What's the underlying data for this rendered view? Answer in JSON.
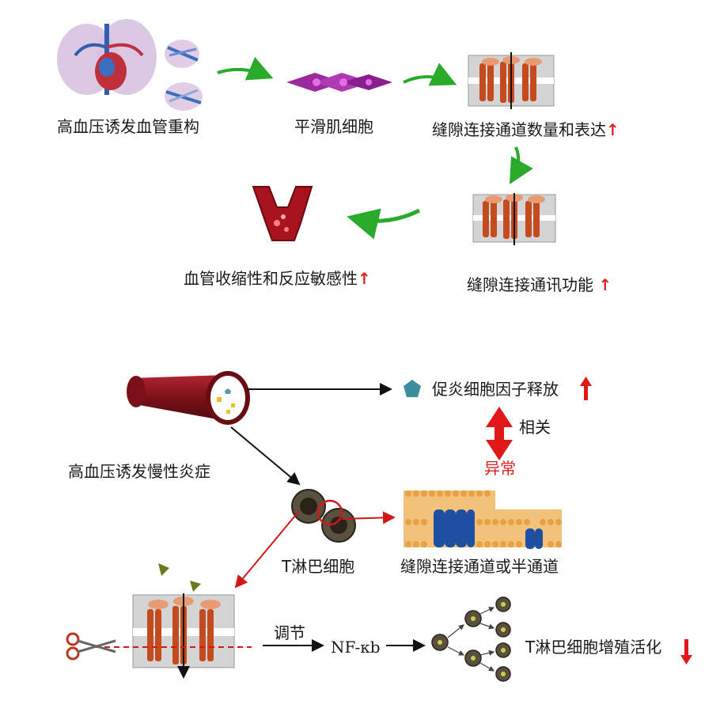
{
  "colors": {
    "green_arrow": "#2aaa2a",
    "red": "#e02020",
    "vessel": "#8a1620",
    "membrane": "#f3c27a",
    "channel": "#1f4fa0",
    "cell": "#5a5040"
  },
  "icons": {
    "increase": "↑",
    "decrease": "↓"
  },
  "top": {
    "label_remodeling": "高血压诱发血管重构",
    "label_smooth_muscle": "平滑肌细胞",
    "label_gap_junction_count": "缝隙连接通道数量和表达",
    "label_gap_junction_function": "缝隙连接通讯功能",
    "label_vessel_response": "血管收缩性和反应敏感性"
  },
  "bottom": {
    "label_inflammation": "高血压诱发慢性炎症",
    "label_cytokines": "促炎细胞因子释放",
    "label_correlated": "相关",
    "label_abnormal": "异常",
    "label_t_cells": "T淋巴细胞",
    "label_hemichannel": "缝隙连接通道或半通道",
    "label_regulate": "调节",
    "label_nfkb": "NF-κb",
    "label_t_proliferation": "T淋巴细胞增殖活化"
  }
}
